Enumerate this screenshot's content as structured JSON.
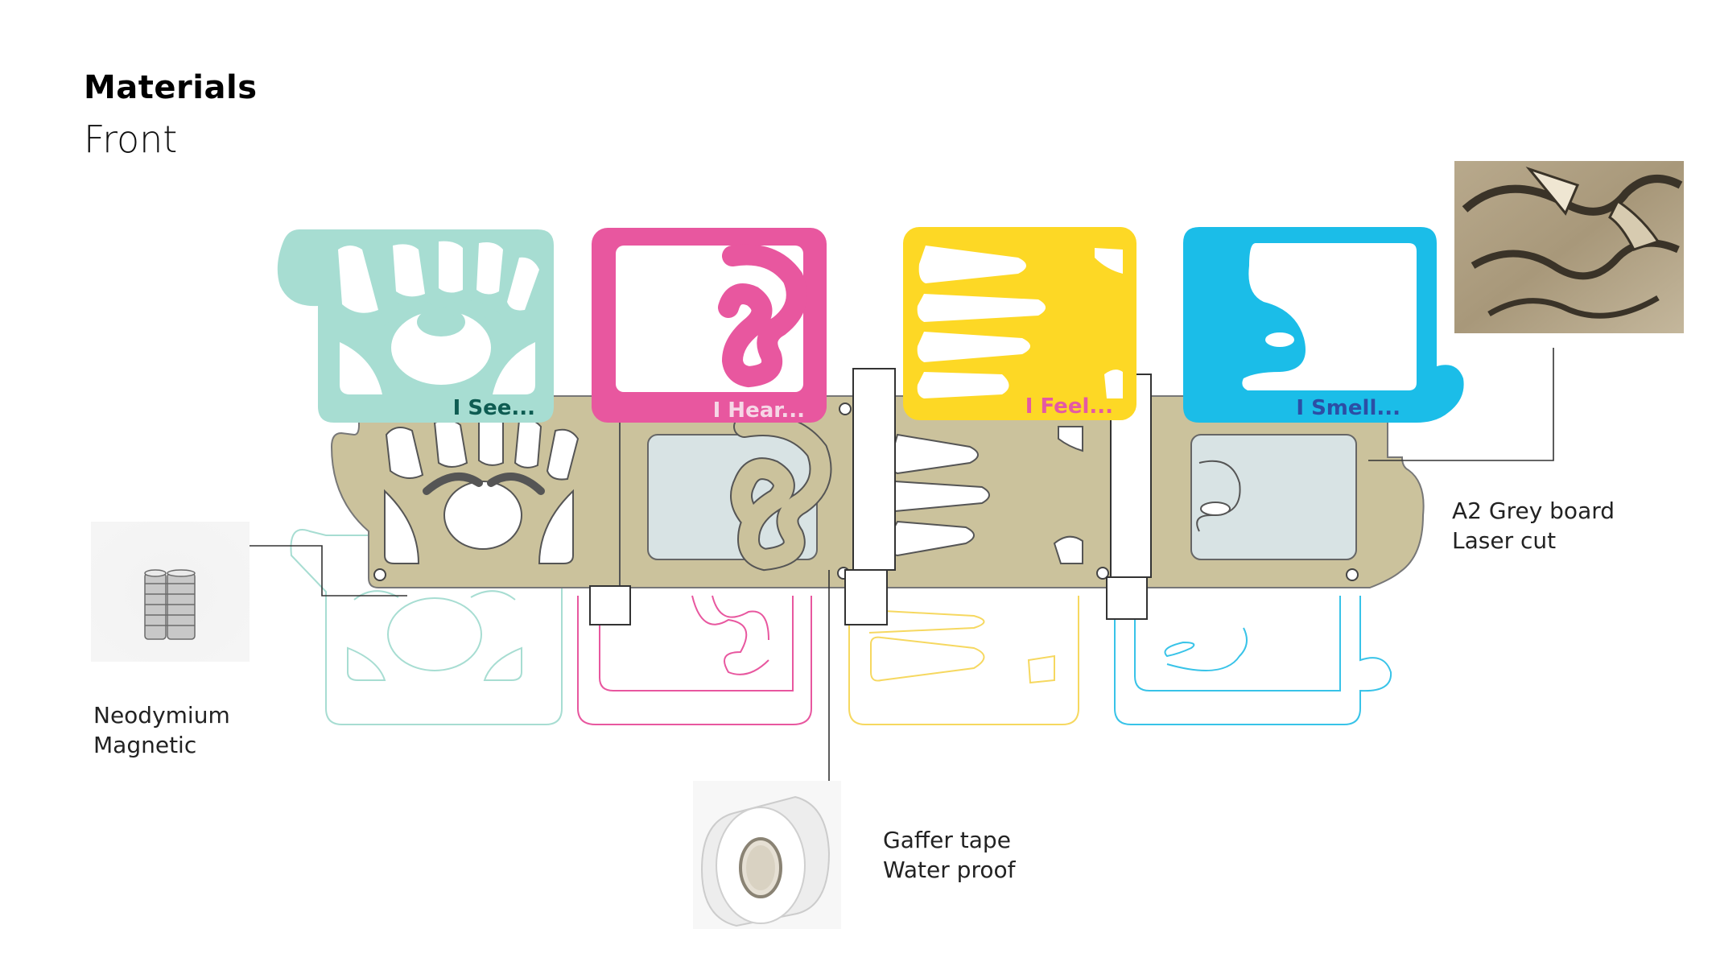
{
  "header": {
    "title": "Materials",
    "subtitle": "Front"
  },
  "cards": [
    {
      "label": "I See...",
      "card_color": "#a7ddd2",
      "label_color": "#0e5c52",
      "outline_color": "#a7ddd2",
      "icon": "eye-icon"
    },
    {
      "label": "I Hear...",
      "card_color": "#e8579f",
      "label_color": "#f6d6e6",
      "outline_color": "#e8579f",
      "icon": "ear-icon"
    },
    {
      "label": "I Feel...",
      "card_color": "#fdd825",
      "label_color": "#e45aa3",
      "outline_color": "#f6d860",
      "icon": "hand-icon"
    },
    {
      "label": "I Smell...",
      "card_color": "#1bbde8",
      "label_color": "#2c4ea5",
      "outline_color": "#38c3e8",
      "icon": "nose-icon"
    }
  ],
  "board_color": "#cbc29c",
  "materials": [
    {
      "lines": [
        "A2 Grey board",
        "Laser cut"
      ],
      "icon": "grey-board-photo"
    },
    {
      "lines": [
        "Neodymium",
        "Magnetic"
      ],
      "icon": "magnet-stack-photo"
    },
    {
      "lines": [
        "Gaffer tape",
        "Water proof"
      ],
      "icon": "tape-roll-photo"
    }
  ]
}
